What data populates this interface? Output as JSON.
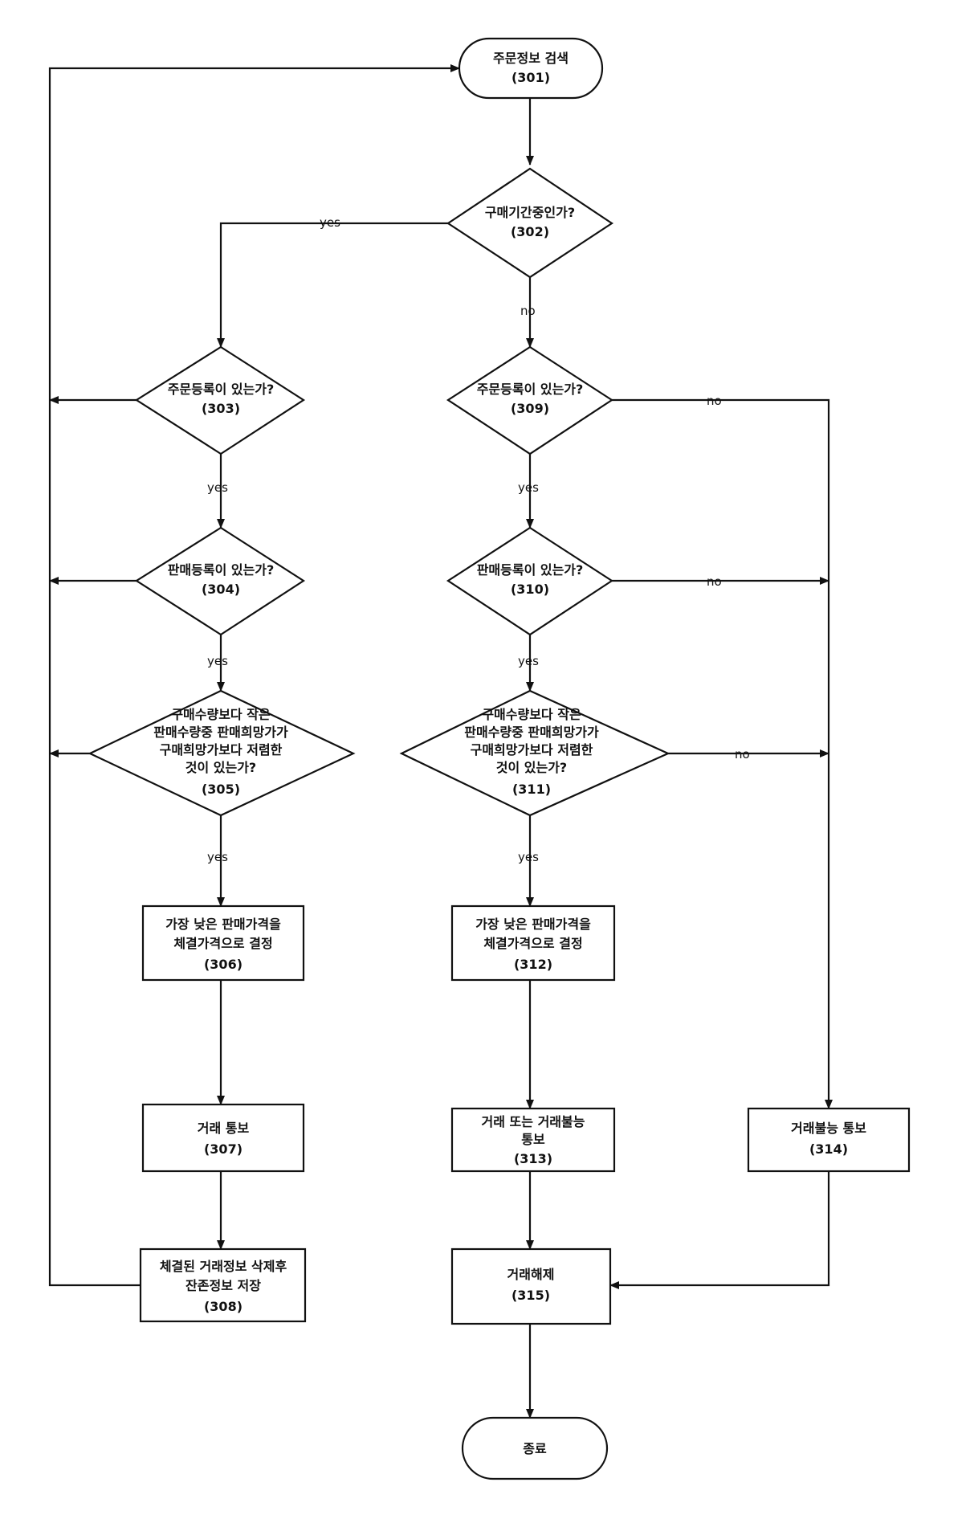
{
  "nodes": {
    "n301": {
      "line1": "주문정보 검색",
      "id": "(301)"
    },
    "n302": {
      "line1": "구매기간중인가?",
      "id": "(302)"
    },
    "n303": {
      "line1": "주문등록이 있는가?",
      "id": "(303)"
    },
    "n304": {
      "line1": "판매등록이 있는가?",
      "id": "(304)"
    },
    "n305": {
      "line1": "구매수량보다 작은",
      "line2": "판매수량중 판매희망가가",
      "line3": "구매희망가보다 저렴한",
      "line4": "것이 있는가?",
      "id": "(305)"
    },
    "n306": {
      "line1": "가장 낮은 판매가격을",
      "line2": "체결가격으로 결정",
      "id": "(306)"
    },
    "n307": {
      "line1": "거래 통보",
      "id": "(307)"
    },
    "n308": {
      "line1": "체결된 거래정보 삭제후",
      "line2": "잔존정보 저장",
      "id": "(308)"
    },
    "n309": {
      "line1": "주문등록이 있는가?",
      "id": "(309)"
    },
    "n310": {
      "line1": "판매등록이 있는가?",
      "id": "(310)"
    },
    "n311": {
      "line1": "구매수량보다 작은",
      "line2": "판매수량중 판매희망가가",
      "line3": "구매희망가보다 저렴한",
      "line4": "것이 있는가?",
      "id": "(311)"
    },
    "n312": {
      "line1": "가장 낮은 판매가격을",
      "line2": "체결가격으로 결정",
      "id": "(312)"
    },
    "n313": {
      "line1": "거래 또는 거래불능",
      "line2": "통보",
      "id": "(313)"
    },
    "n314": {
      "line1": "거래불능 통보",
      "id": "(314)"
    },
    "n315": {
      "line1": "거래해제",
      "id": "(315)"
    },
    "end": {
      "line1": "종료"
    }
  },
  "edges": {
    "yes": "yes",
    "no": "no"
  }
}
